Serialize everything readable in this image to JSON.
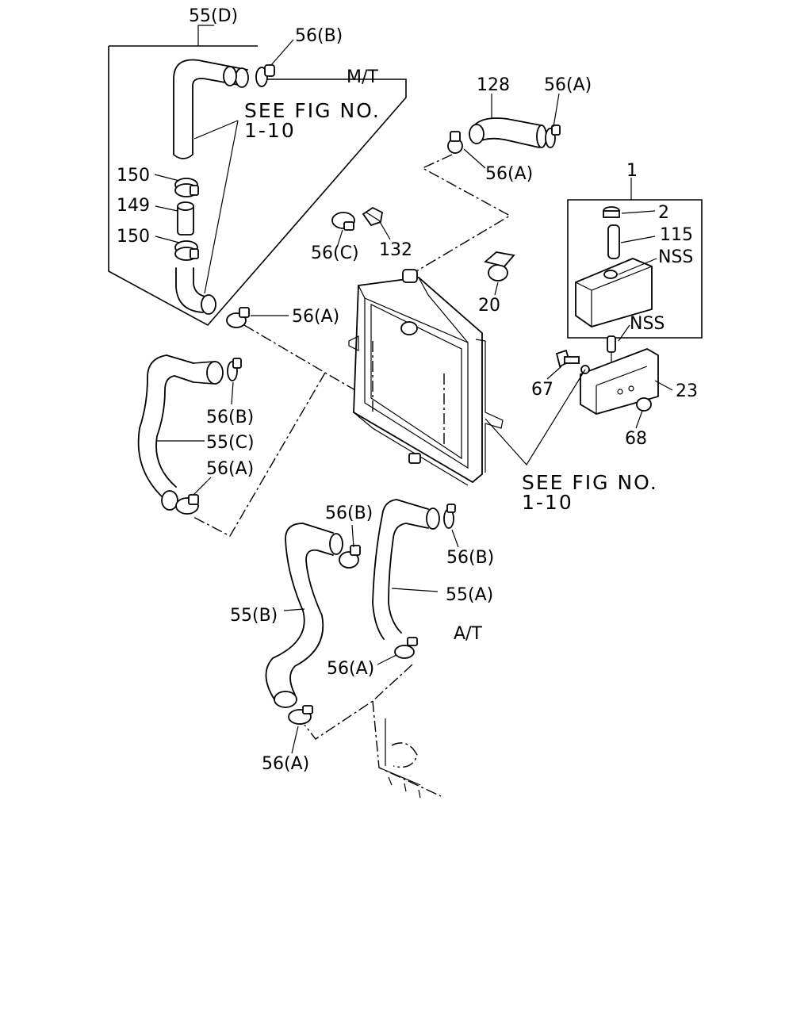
{
  "labels": {
    "l_55d": "55(D)",
    "l_56b_top": "56(B)",
    "l_mt": "M/T",
    "see_fig_top_1": "SEE FIG NO.",
    "see_fig_top_2": "1-10",
    "l_150_a": "150",
    "l_149": "149",
    "l_150_b": "150",
    "l_128": "128",
    "l_56a_top": "56(A)",
    "l_56a_128": "56(A)",
    "l_56c": "56(C)",
    "l_132": "132",
    "l_20": "20",
    "l_56a_mid": "56(A)",
    "l_1": "1",
    "l_2": "2",
    "l_115": "115",
    "l_nss_1": "NSS",
    "l_nss_2": "NSS",
    "l_67": "67",
    "l_23": "23",
    "l_68": "68",
    "l_56b_c": "56(B)",
    "l_55c": "55(C)",
    "l_56a_c": "56(A)",
    "see_fig_mid_1": "SEE FIG NO.",
    "see_fig_mid_2": "1-10",
    "l_56b_b": "56(B)",
    "l_56b_a": "56(B)",
    "l_55a": "55(A)",
    "l_55b": "55(B)",
    "l_at": "A/T",
    "l_56a_at": "56(A)",
    "l_56a_bottom": "56(A)"
  }
}
